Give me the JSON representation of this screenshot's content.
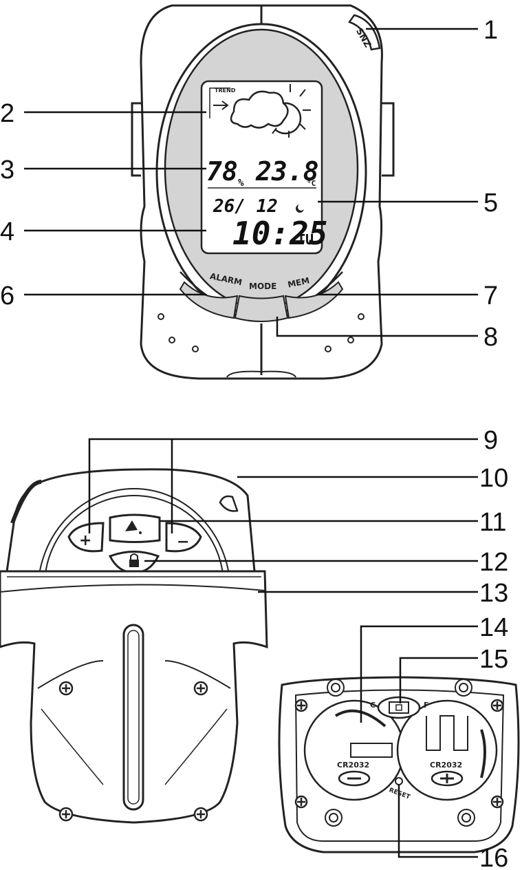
{
  "callouts": [
    "1",
    "2",
    "3",
    "4",
    "5",
    "6",
    "7",
    "8",
    "9",
    "10",
    "11",
    "12",
    "13",
    "14",
    "15",
    "16"
  ],
  "front": {
    "snz_label": "SNZ",
    "trend_label": "TREND",
    "humidity": "78",
    "humidity_unit": "%",
    "temperature": "23.8",
    "temp_unit": "°C",
    "date": "26/ 12",
    "time": "10:25",
    "weekday": "TU",
    "buttons": {
      "alarm": "ALARM",
      "mode": "MODE",
      "mem": "MEM"
    }
  },
  "side": {
    "plus": "+",
    "minus": "−"
  },
  "battery": {
    "left_cell": "CR2032",
    "right_cell": "CR2032",
    "switch_c": "C",
    "switch_f": "F",
    "reset": "RESET"
  },
  "colors": {
    "lcd_bezel": "#d4d4d4",
    "outline": "#222222"
  }
}
